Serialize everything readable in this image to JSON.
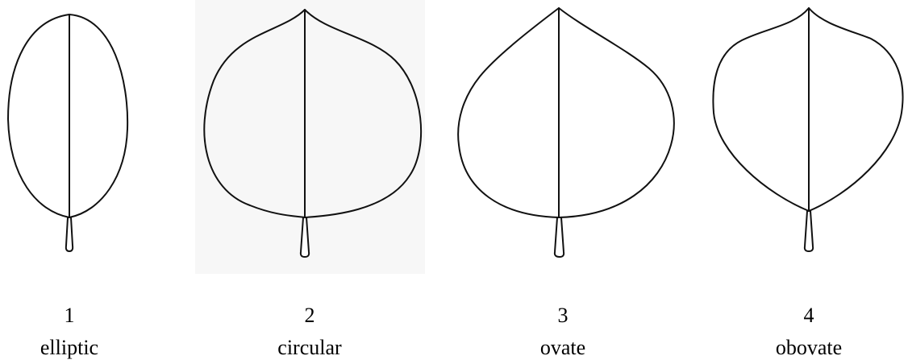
{
  "leaves": [
    {
      "number": "1",
      "shape": "elliptic"
    },
    {
      "number": "2",
      "shape": "circular"
    },
    {
      "number": "3",
      "shape": "ovate"
    },
    {
      "number": "4",
      "shape": "obovate"
    }
  ]
}
